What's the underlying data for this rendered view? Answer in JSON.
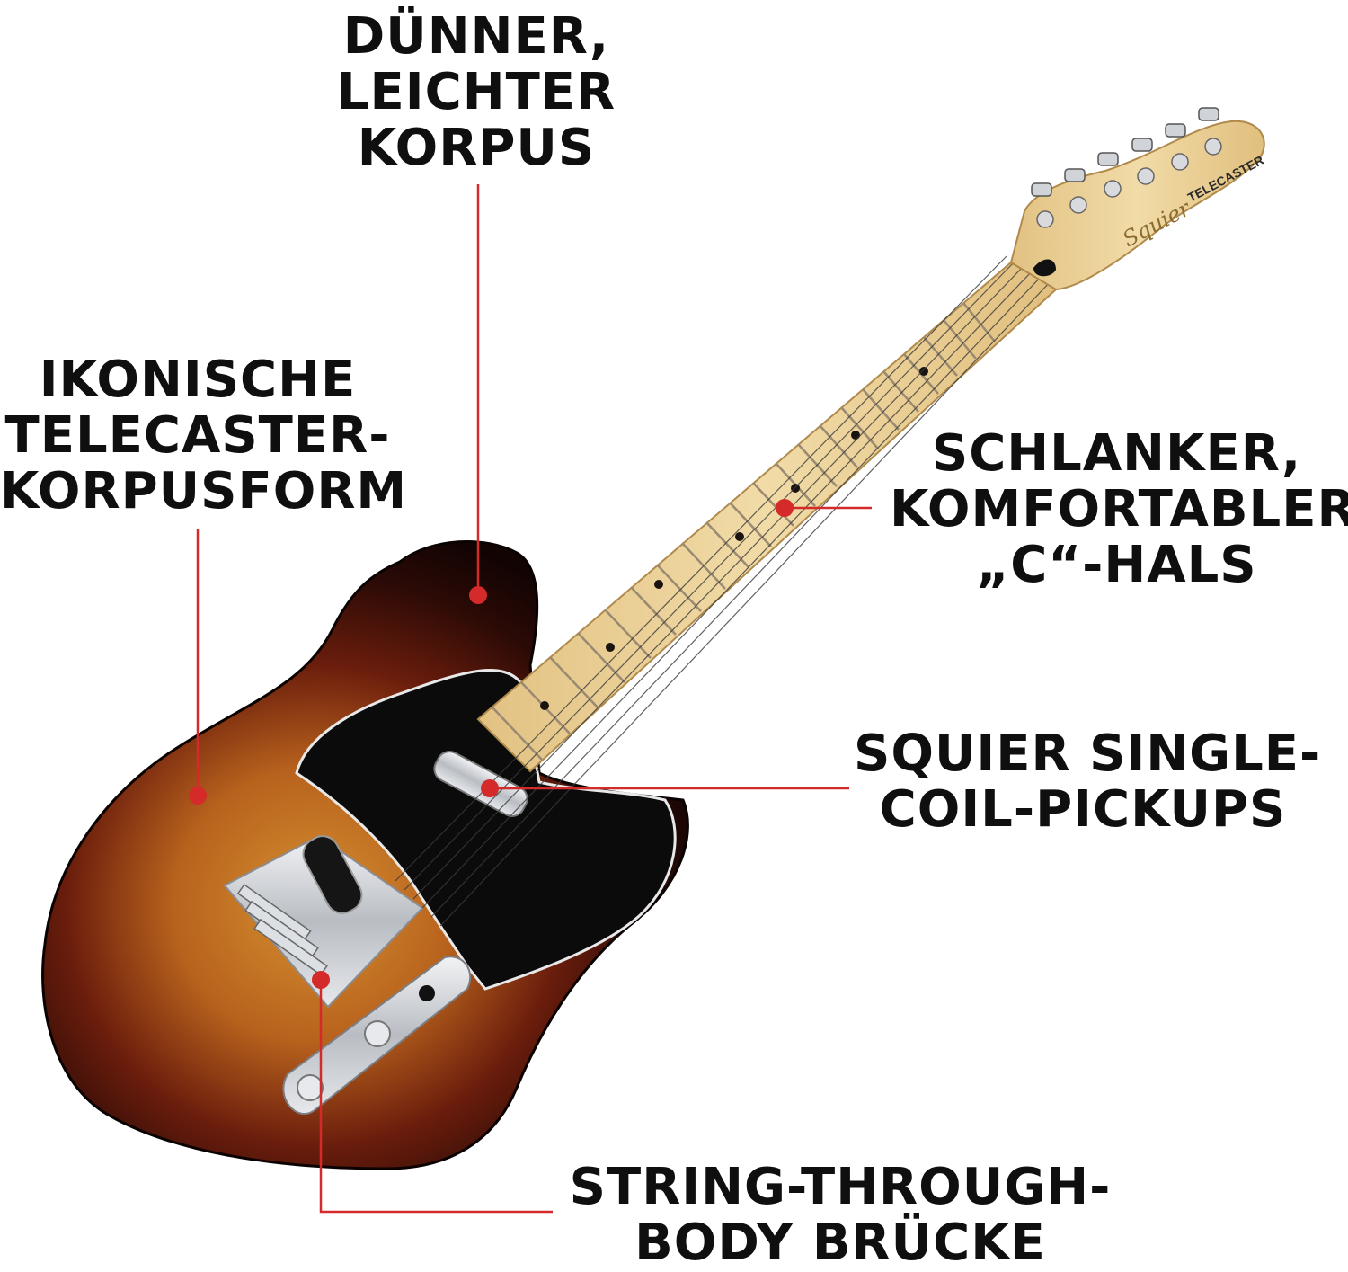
{
  "annotations": {
    "body_thin": {
      "lines": [
        "DÜNNER,",
        "LEICHTER",
        "KORPUS"
      ]
    },
    "body_shape": {
      "lines": [
        "IKONISCHE",
        "TELECASTER-",
        "KORPUSFORM"
      ]
    },
    "neck": {
      "lines": [
        "SCHLANKER,",
        "KOMFORTABLER",
        "„C“-HALS"
      ]
    },
    "pickups": {
      "lines": [
        "SQUIER SINGLE-",
        "COIL-PICKUPS"
      ]
    },
    "bridge": {
      "lines": [
        "STRING-THROUGH-",
        "BODY BRÜCKE"
      ]
    }
  },
  "headstock": {
    "brand": "Squier",
    "model": "TELECASTER"
  },
  "colors": {
    "callout": "#d42a2a",
    "text": "#0f0f0f",
    "maple": "#e9cf96",
    "sunburst_center": "#d18a2c",
    "sunburst_edge": "#1a0705",
    "pickguard": "#0b0b0b",
    "chrome": "#cfd2d6"
  }
}
